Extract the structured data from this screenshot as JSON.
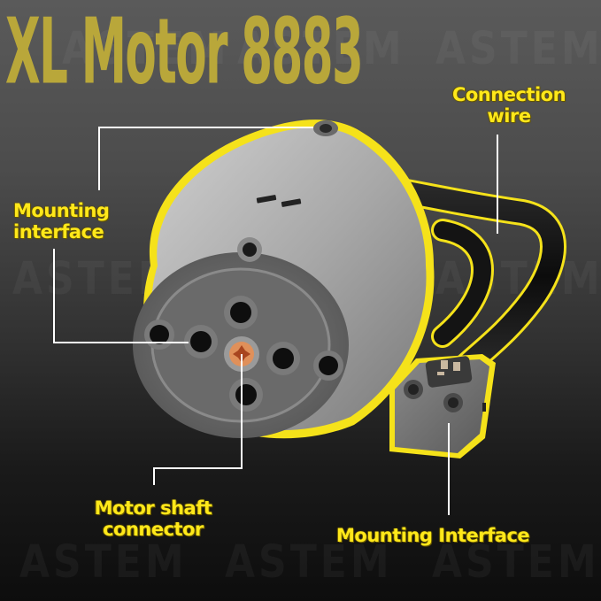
{
  "title": "XL Motor 8883",
  "watermark": "ASTEM",
  "labels": {
    "connection_wire": [
      "Connection",
      "wire"
    ],
    "mounting_interface_left": [
      "Mounting",
      "interface"
    ],
    "motor_shaft_connector": [
      "Motor shaft",
      "connector"
    ],
    "mounting_interface_bottom": "Mounting Interface"
  },
  "colors": {
    "label_yellow": "#ffe81a",
    "title_olive": "#b9a73a",
    "outline_yellow": "#f5e21a",
    "motor_grey": "#8c8c8c",
    "shaft_orange": "#d9733a",
    "leader_line": "#ffffff"
  }
}
